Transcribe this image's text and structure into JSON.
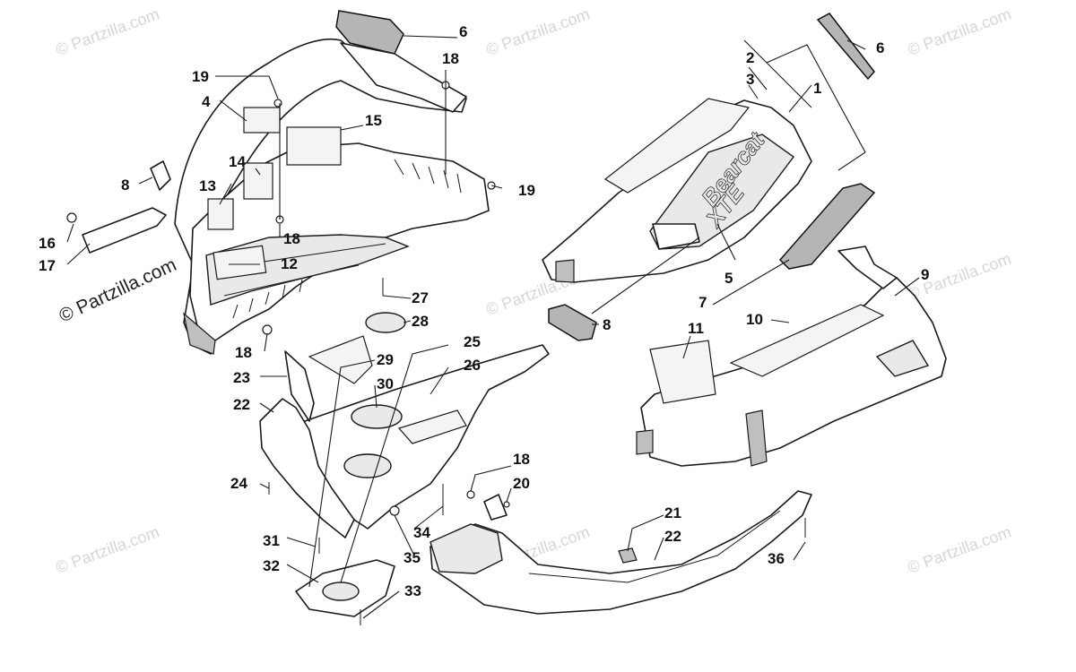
{
  "watermarks": {
    "faint": "© Partzilla.com",
    "prominent": "© Partzilla.com"
  },
  "decal": {
    "brand": "Bearcat",
    "model": "XTE"
  },
  "callouts": {
    "c1": "1",
    "c2": "2",
    "c3": "3",
    "c4": "4",
    "c5": "5",
    "c6a": "6",
    "c6b": "6",
    "c7": "7",
    "c8a": "8",
    "c8b": "8",
    "c9": "9",
    "c10": "10",
    "c11": "11",
    "c12": "12",
    "c13": "13",
    "c14": "14",
    "c15": "15",
    "c16": "16",
    "c17": "17",
    "c18a": "18",
    "c18b": "18",
    "c18c": "18",
    "c18d": "18",
    "c19a": "19",
    "c19b": "19",
    "c20": "20",
    "c21": "21",
    "c22a": "22",
    "c22b": "22",
    "c23": "23",
    "c24": "24",
    "c25": "25",
    "c26": "26",
    "c27": "27",
    "c28": "28",
    "c29": "29",
    "c30": "30",
    "c31": "31",
    "c32": "32",
    "c33": "33",
    "c34": "34",
    "c35": "35",
    "c36": "36"
  }
}
